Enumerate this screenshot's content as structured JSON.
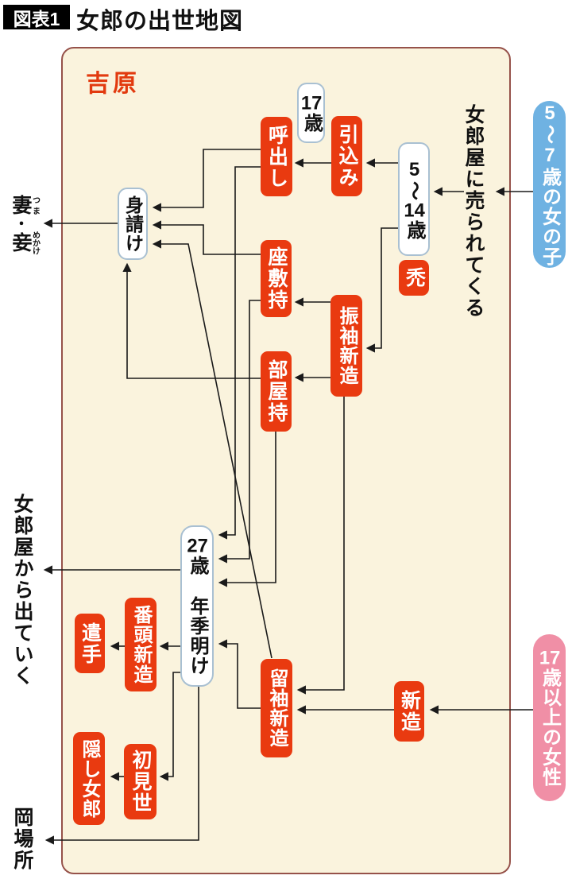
{
  "title": {
    "badge": "図表1",
    "text": "女郎の出世地図"
  },
  "region": {
    "label": "吉原"
  },
  "colors": {
    "red_box": "#e93a10",
    "frame_bg": "#faf3dd",
    "frame_border": "#96524a",
    "blue_pill": "#6fb2e2",
    "pink_pill": "#f08fa6",
    "region_text": "#e23a0f",
    "line": "#1a1a1a",
    "white_box_border": "#a9c0d2"
  },
  "nodes": {
    "yobidashi": {
      "label": "呼出し"
    },
    "hikikomi": {
      "label": "引込み"
    },
    "age17": {
      "num": "17",
      "unit": "歳"
    },
    "age5_14": {
      "from": "5",
      "tilde": "〜",
      "num": "14",
      "unit": "歳"
    },
    "kamuro": {
      "label": "禿"
    },
    "miuke": {
      "label": "身請け"
    },
    "zashikimochi": {
      "label": "座敷持"
    },
    "furisode_shinzo": {
      "label": "振袖新造"
    },
    "heyamochi": {
      "label": "部屋持"
    },
    "age27": {
      "num": "27",
      "unit": "歳",
      "note": "年季明け"
    },
    "banto_shinzo": {
      "label": "番頭新造"
    },
    "yarite": {
      "label": "遣手"
    },
    "tomesode_shinzo": {
      "label": "留袖新造"
    },
    "shinzo": {
      "label": "新造"
    },
    "hatsumise": {
      "label": "初見世"
    },
    "kakushi_joro": {
      "label": "隠し女郎"
    },
    "girls_5_7": {
      "from": "5",
      "tilde": "〜",
      "to": "7",
      "rest": "歳の女の子"
    },
    "women_17": {
      "num": "17",
      "rest": "歳以上の女性"
    }
  },
  "labels": {
    "sold_in": "女郎屋に売られてくる",
    "wife": {
      "kanji": "妻",
      "ruby": "つま"
    },
    "dot": "・",
    "concubine": {
      "kanji": "妾",
      "ruby": "めかけ"
    },
    "leaving": "女郎屋から出ていく",
    "okabasho": "岡場所"
  }
}
